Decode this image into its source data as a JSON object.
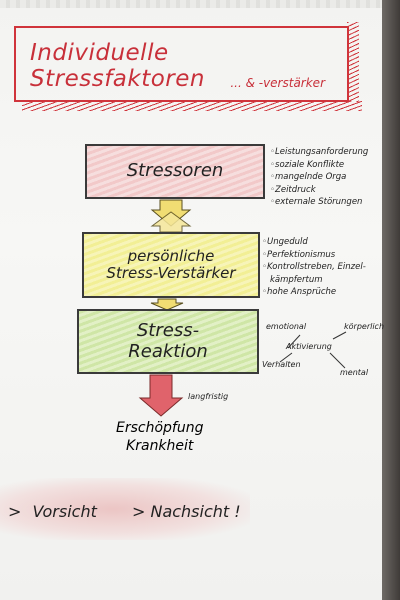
{
  "title": {
    "main": "Individuelle Stressfaktoren",
    "sub": "... & -verstärker"
  },
  "boxes": {
    "stressoren": "Stressoren",
    "verstaerker_line1": "persönliche",
    "verstaerker_line2": "Stress-Verstärker",
    "reaktion_line1": "Stress-",
    "reaktion_line2": "Reaktion"
  },
  "stressoren_list": [
    "Leistungsanforderung",
    "soziale Konflikte",
    "mangelnde Orga",
    "Zeitdruck",
    "externale Störungen"
  ],
  "verstaerker_list": [
    "Ungeduld",
    "Perfektionismus",
    "Kontrollstreben, Einzel-",
    "kämpfertum",
    "hohe Ansprüche"
  ],
  "reaktion_labels": {
    "emotional": "emotional",
    "koerperlich": "körperlich",
    "aktivierung": "Aktivierung",
    "verhalten": "Verhalten",
    "mental": "mental"
  },
  "langfristig": "langfristig",
  "result_line1": "Erschöpfung",
  "result_line2": "Krankheit",
  "bottom": {
    "arrow1": ">",
    "vorsicht": "Vorsicht",
    "arrow2": ">",
    "nachsicht": "Nachsicht !"
  },
  "colors": {
    "title_red": "#c8303a",
    "stressoren_fill": "#f2c9c9",
    "verstaerker_fill": "#f2ef95",
    "reaktion_fill": "#cfe6a6",
    "arrow_yellow": "#f1dd73",
    "arrow_red": "#e0636b"
  }
}
